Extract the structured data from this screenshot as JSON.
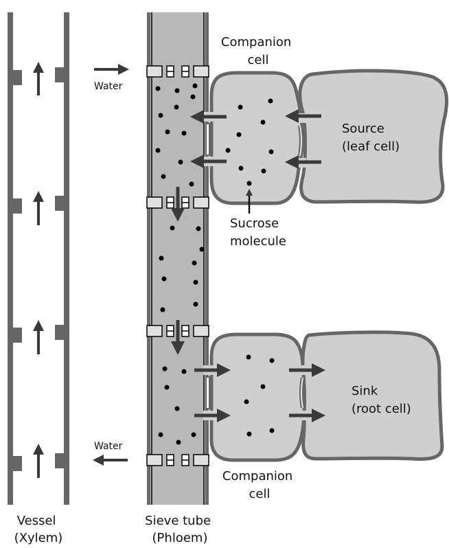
{
  "colors": {
    "xylem_wall": "#666666",
    "sieve_fill": "#b8b8b8",
    "sieve_wall": "#6a6a6a",
    "cell_fill": "#cfcfcf",
    "cell_border": "#666666",
    "arrow": "#3a3a3a",
    "dot": "#000000"
  },
  "labels": {
    "companion_top": [
      "Companion",
      "cell"
    ],
    "companion_bottom": [
      "Companion",
      "cell"
    ],
    "source": [
      "Source",
      "(leaf cell)"
    ],
    "sink": [
      "Sink",
      "(root cell)"
    ],
    "sucrose": [
      "Sucrose",
      "molecule"
    ],
    "water_in": "Water",
    "water_out": "Water",
    "vessel": [
      "Vessel",
      "(Xylem)"
    ],
    "sieve": [
      "Sieve tube",
      "(Phloem)"
    ]
  },
  "flows": {
    "xylem": "up",
    "water_top": "into-phloem",
    "water_bottom": "out-of-phloem",
    "source_to_phloem": "left",
    "phloem_down": "down",
    "phloem_to_sink": "right"
  }
}
